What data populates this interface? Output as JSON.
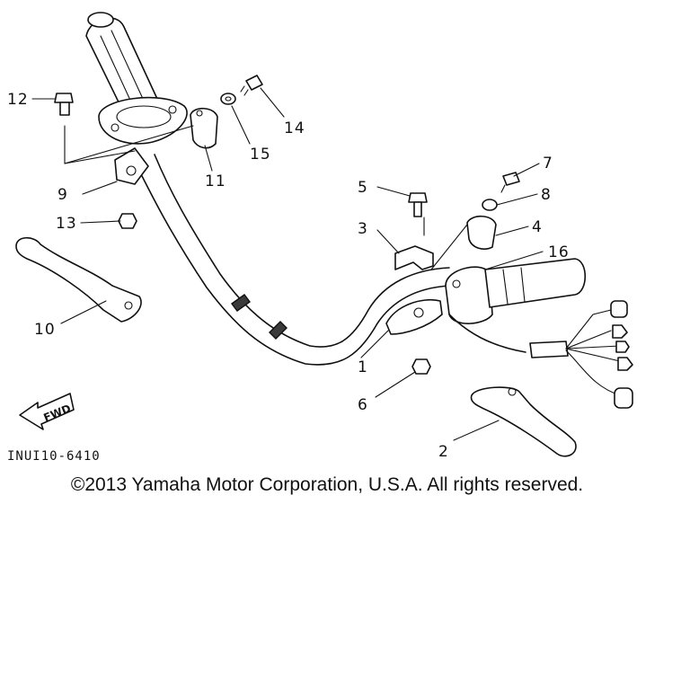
{
  "diagram": {
    "callouts": {
      "c1": "1",
      "c2": "2",
      "c3": "3",
      "c4": "4",
      "c5": "5",
      "c6": "6",
      "c7": "7",
      "c8": "8",
      "c9": "9",
      "c10": "10",
      "c11": "11",
      "c12": "12",
      "c13": "13",
      "c14": "14",
      "c15": "15",
      "c16": "16"
    },
    "fwd_label": "FWD",
    "figure_code": "INUI10-6410"
  },
  "footer": {
    "copyright": "©2013 Yamaha Motor Corporation, U.S.A. All rights reserved."
  },
  "colors": {
    "ink": "#111111",
    "paper": "#ffffff"
  }
}
